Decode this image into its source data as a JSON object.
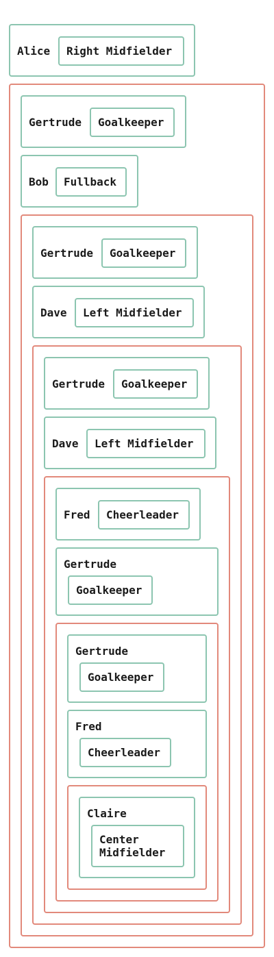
{
  "nodes": [
    {
      "name": "Alice",
      "role": "Right Midfielder"
    },
    {
      "name": "Gertrude",
      "role": "Goalkeeper"
    },
    {
      "name": "Bob",
      "role": "Fullback"
    },
    {
      "name": "Gertrude",
      "role": "Goalkeeper"
    },
    {
      "name": "Dave",
      "role": "Left Midfielder"
    },
    {
      "name": "Gertrude",
      "role": "Goalkeeper"
    },
    {
      "name": "Dave",
      "role": "Left Midfielder"
    },
    {
      "name": "Fred",
      "role": "Cheerleader"
    },
    {
      "name": "Gertrude",
      "role": "Goalkeeper"
    },
    {
      "name": "Gertrude",
      "role": "Goalkeeper"
    },
    {
      "name": "Fred",
      "role": "Cheerleader"
    },
    {
      "name": "Claire",
      "role": "Center\nMidfielder"
    }
  ],
  "colors": {
    "card_border": "#8cc5b0",
    "group_border": "#e2897b"
  }
}
